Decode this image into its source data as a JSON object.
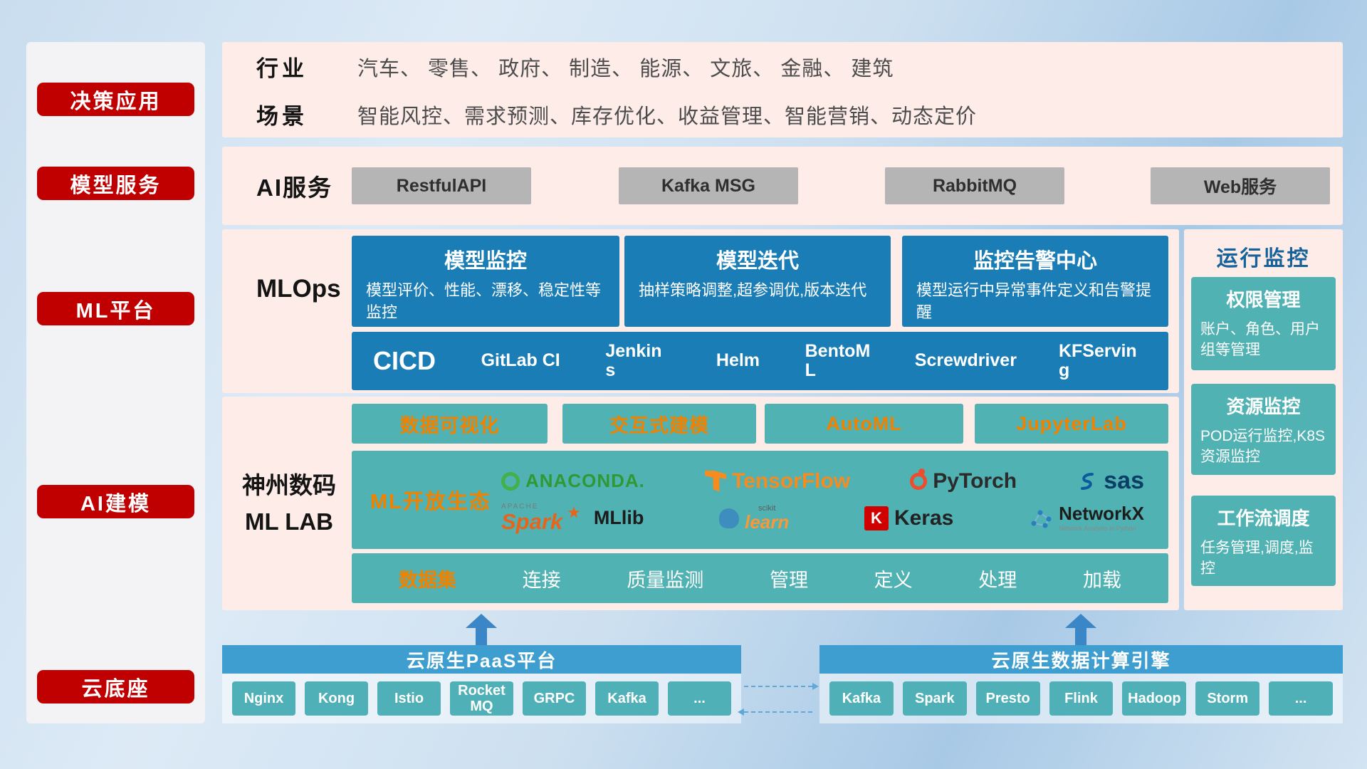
{
  "colors": {
    "accent_red": "#c00000",
    "card_blue": "#1b7db6",
    "teal": "#50b2b2",
    "orange_text": "#f08200",
    "bottom_bar_blue": "#3e9ecf",
    "panel_pink": "#fdece7"
  },
  "sidebar": {
    "items": [
      {
        "label": "决策应用"
      },
      {
        "label": "模型服务"
      },
      {
        "label": "ML平台"
      },
      {
        "label": "AI建模"
      },
      {
        "label": "云底座"
      }
    ]
  },
  "industry": {
    "rows": [
      {
        "label": "行业",
        "text": "汽车、 零售、 政府、 制造、 能源、 文旅、 金融、 建筑"
      },
      {
        "label": "场景",
        "text": "智能风控、需求预测、库存优化、收益管理、智能营销、动态定价"
      }
    ]
  },
  "ai_service": {
    "label": "AI服务",
    "buttons": [
      "RestfulAPI",
      "Kafka MSG",
      "RabbitMQ",
      "Web服务"
    ]
  },
  "mlops": {
    "label": "MLOps",
    "cards": [
      {
        "title": "模型监控",
        "body": "模型评价、性能、漂移、稳定性等监控"
      },
      {
        "title": "模型迭代",
        "body": "抽样策略调整,超参调优,版本迭代"
      },
      {
        "title": "监控告警中心",
        "body": "模型运行中异常事件定义和告警提醒"
      }
    ],
    "cicd_title": "CICD",
    "cicd_items": [
      "GitLab CI",
      "Jenkins",
      "Helm",
      "BentoML",
      "Screwdriver",
      "KFServing"
    ]
  },
  "mllab": {
    "label_line1": "神州数码",
    "label_line2": "ML LAB",
    "tools": [
      "数据可视化",
      "交互式建模",
      "AutoML",
      "JupyterLab"
    ],
    "eco_label": "ML开放生态",
    "dataset_label": "数据集",
    "dataset_items": [
      "连接",
      "质量监测",
      "管理",
      "定义",
      "处理",
      "加载"
    ]
  },
  "logos": {
    "anaconda": "ANACONDA.",
    "tensorflow": "TensorFlow",
    "pytorch": "PyTorch",
    "sas": "sas",
    "spark_top": "APACHE",
    "spark": "Spark",
    "spark_star": "★",
    "mllib": "MLlib",
    "sklearn_top": "scikit",
    "sklearn": "learn",
    "keras_badge": "K",
    "keras": "Keras",
    "networkx": "NetworkX",
    "networkx_sub": "Network Analysis in Python"
  },
  "monitor": {
    "title": "运行监控",
    "cards": [
      {
        "title": "权限管理",
        "body": "账户、角色、用户组等管理"
      },
      {
        "title": "资源监控",
        "body": "POD运行监控,K8S资源监控"
      },
      {
        "title": "工作流调度",
        "body": "任务管理,调度,监控"
      }
    ]
  },
  "paas": {
    "title": "云原生PaaS平台",
    "items": [
      "Nginx",
      "Kong",
      "Istio",
      "RocketMQ",
      "GRPC",
      "Kafka",
      "..."
    ]
  },
  "engine": {
    "title": "云原生数据计算引擎",
    "items": [
      "Kafka",
      "Spark",
      "Presto",
      "Flink",
      "Hadoop",
      "Storm",
      "..."
    ]
  }
}
